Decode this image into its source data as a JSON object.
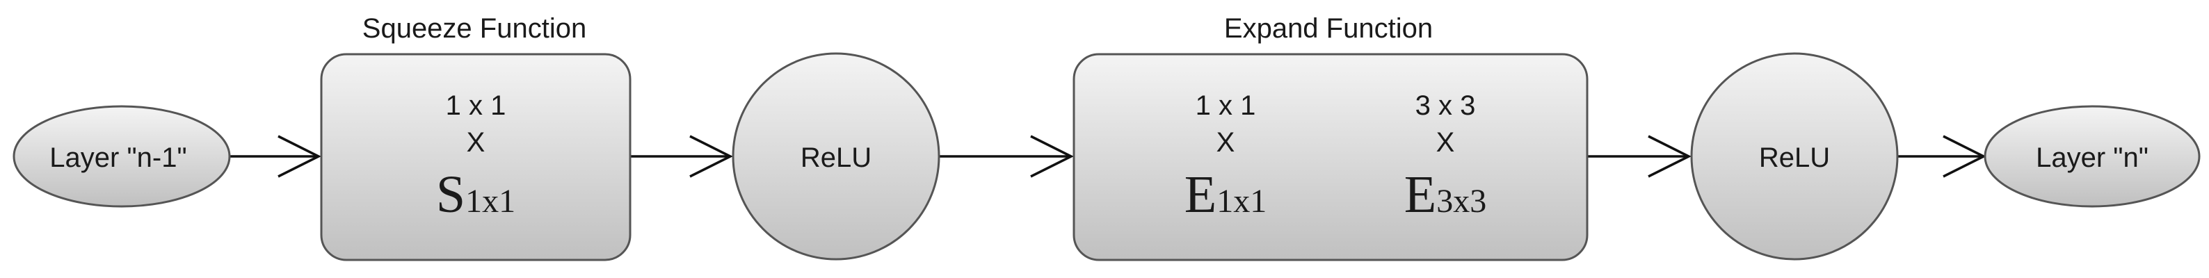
{
  "colors": {
    "node_fill_light": "#f2f2f2",
    "node_fill_dark": "#c2c2c2",
    "stroke": "#555555",
    "edge": "#111111"
  },
  "nodes": {
    "layer_in": {
      "label": "Layer \"n-1\""
    },
    "squeeze": {
      "title": "Squeeze Function",
      "filter": {
        "size": "1 x 1",
        "times": "X",
        "symbol": "S",
        "subscript": "1x1"
      }
    },
    "relu_1": {
      "label": "ReLU"
    },
    "expand": {
      "title": "Expand Function",
      "filter_a": {
        "size": "1 x 1",
        "times": "X",
        "symbol": "E",
        "subscript": "1x1"
      },
      "filter_b": {
        "size": "3 x 3",
        "times": "X",
        "symbol": "E",
        "subscript": "3x3"
      }
    },
    "relu_2": {
      "label": "ReLU"
    },
    "layer_out": {
      "label": "Layer \"n\""
    }
  },
  "edges": [
    {
      "from": "layer_in",
      "to": "squeeze"
    },
    {
      "from": "squeeze",
      "to": "relu_1"
    },
    {
      "from": "relu_1",
      "to": "expand"
    },
    {
      "from": "expand",
      "to": "relu_2"
    },
    {
      "from": "relu_2",
      "to": "layer_out"
    }
  ]
}
